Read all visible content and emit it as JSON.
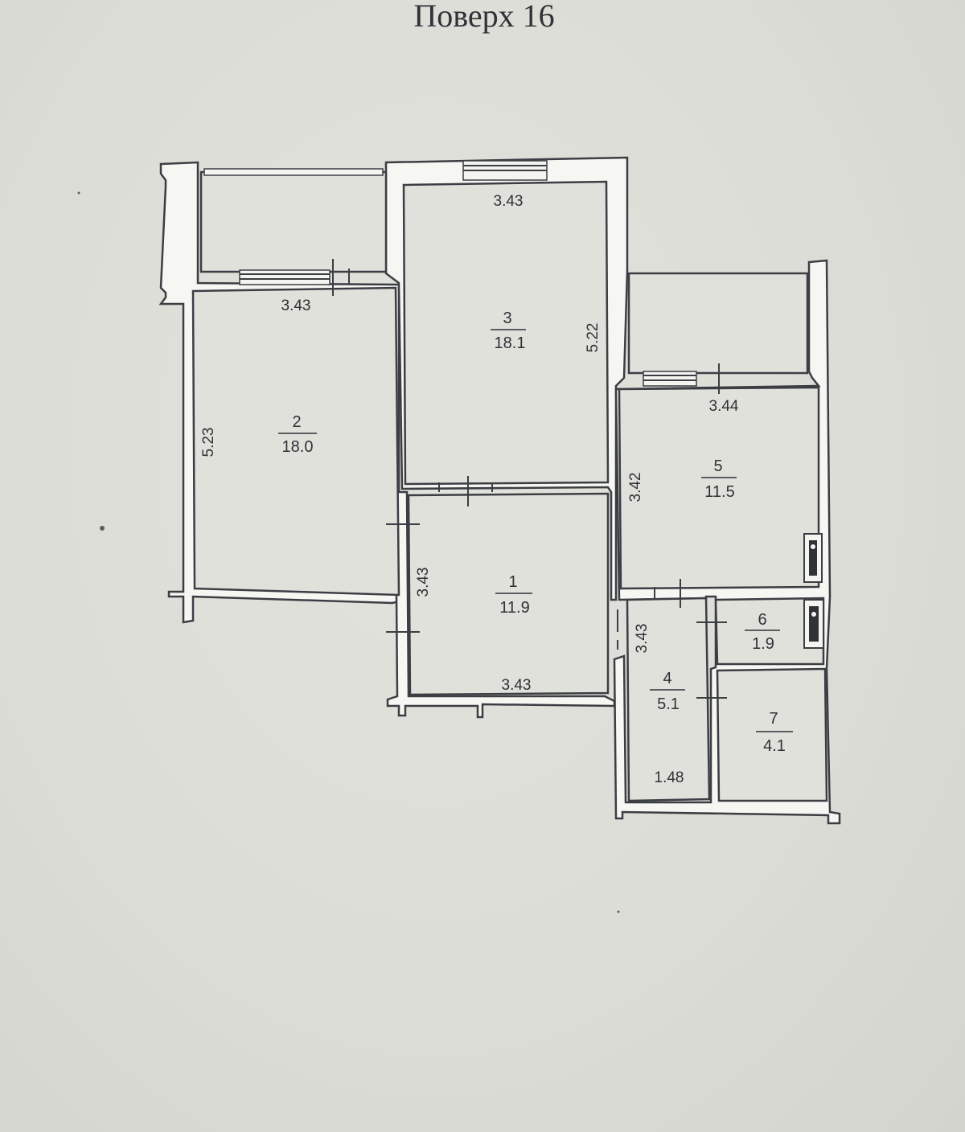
{
  "title": "Поверх 16",
  "rooms": [
    {
      "number": "1",
      "area": "11.9"
    },
    {
      "number": "2",
      "area": "18.0"
    },
    {
      "number": "3",
      "area": "18.1"
    },
    {
      "number": "4",
      "area": "5.1"
    },
    {
      "number": "5",
      "area": "11.5"
    },
    {
      "number": "6",
      "area": "1.9"
    },
    {
      "number": "7",
      "area": "4.1"
    }
  ],
  "dimensions": {
    "room2_width": "3.43",
    "room2_length": "5.23",
    "room3_width": "3.43",
    "room3_length": "5.22",
    "room1_side": "3.43",
    "room1_bottom": "3.43",
    "room5_width": "3.44",
    "room5_length": "3.42",
    "room4_length": "3.43",
    "room4_width": "1.48"
  }
}
